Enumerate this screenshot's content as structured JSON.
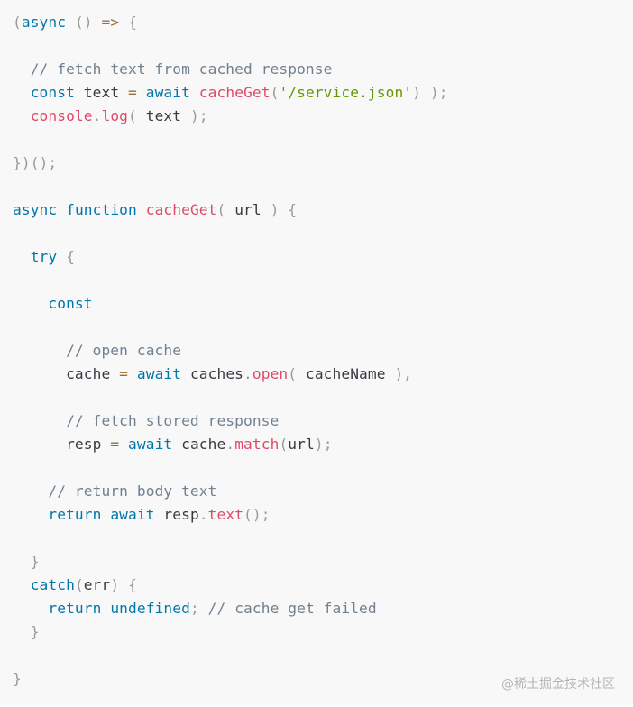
{
  "colors": {
    "background": "#f8f8f8",
    "default": "#383a42",
    "keyword": "#0077aa",
    "function": "#dd4a68",
    "string": "#669900",
    "comment": "#708090",
    "punctuation": "#999999",
    "operator": "#9a6e3a"
  },
  "watermark": "@稀土掘金技术社区",
  "code_lines": [
    [
      {
        "t": "(",
        "c": "punct"
      },
      {
        "t": "async",
        "c": "keyword"
      },
      {
        "t": " ",
        "c": "default"
      },
      {
        "t": "()",
        "c": "punct"
      },
      {
        "t": " ",
        "c": "default"
      },
      {
        "t": "=>",
        "c": "operator"
      },
      {
        "t": " ",
        "c": "default"
      },
      {
        "t": "{",
        "c": "punct"
      }
    ],
    [],
    [
      {
        "t": "  ",
        "c": "default"
      },
      {
        "t": "// fetch text from cached response",
        "c": "comment"
      }
    ],
    [
      {
        "t": "  ",
        "c": "default"
      },
      {
        "t": "const",
        "c": "keyword"
      },
      {
        "t": " text ",
        "c": "default"
      },
      {
        "t": "=",
        "c": "operator"
      },
      {
        "t": " ",
        "c": "default"
      },
      {
        "t": "await",
        "c": "keyword"
      },
      {
        "t": " ",
        "c": "default"
      },
      {
        "t": "cacheGet",
        "c": "function"
      },
      {
        "t": "(",
        "c": "punct"
      },
      {
        "t": "'/service.json'",
        "c": "string"
      },
      {
        "t": ")",
        "c": "punct"
      },
      {
        "t": " ",
        "c": "default"
      },
      {
        "t": ");",
        "c": "punct"
      }
    ],
    [
      {
        "t": "  ",
        "c": "default"
      },
      {
        "t": "console",
        "c": "function"
      },
      {
        "t": ".",
        "c": "punct"
      },
      {
        "t": "log",
        "c": "function"
      },
      {
        "t": "(",
        "c": "punct"
      },
      {
        "t": " text ",
        "c": "default"
      },
      {
        "t": ");",
        "c": "punct"
      }
    ],
    [],
    [
      {
        "t": "})();",
        "c": "punct"
      }
    ],
    [],
    [
      {
        "t": "async",
        "c": "keyword"
      },
      {
        "t": " ",
        "c": "default"
      },
      {
        "t": "function",
        "c": "keyword"
      },
      {
        "t": " ",
        "c": "default"
      },
      {
        "t": "cacheGet",
        "c": "function"
      },
      {
        "t": "(",
        "c": "punct"
      },
      {
        "t": " url ",
        "c": "default"
      },
      {
        "t": ")",
        "c": "punct"
      },
      {
        "t": " ",
        "c": "default"
      },
      {
        "t": "{",
        "c": "punct"
      }
    ],
    [],
    [
      {
        "t": "  ",
        "c": "default"
      },
      {
        "t": "try",
        "c": "keyword"
      },
      {
        "t": " ",
        "c": "default"
      },
      {
        "t": "{",
        "c": "punct"
      }
    ],
    [],
    [
      {
        "t": "    ",
        "c": "default"
      },
      {
        "t": "const",
        "c": "keyword"
      }
    ],
    [],
    [
      {
        "t": "      ",
        "c": "default"
      },
      {
        "t": "// open cache",
        "c": "comment"
      }
    ],
    [
      {
        "t": "      cache ",
        "c": "default"
      },
      {
        "t": "=",
        "c": "operator"
      },
      {
        "t": " ",
        "c": "default"
      },
      {
        "t": "await",
        "c": "keyword"
      },
      {
        "t": " caches",
        "c": "default"
      },
      {
        "t": ".",
        "c": "punct"
      },
      {
        "t": "open",
        "c": "function"
      },
      {
        "t": "(",
        "c": "punct"
      },
      {
        "t": " cacheName ",
        "c": "default"
      },
      {
        "t": "),",
        "c": "punct"
      }
    ],
    [],
    [
      {
        "t": "      ",
        "c": "default"
      },
      {
        "t": "// fetch stored response",
        "c": "comment"
      }
    ],
    [
      {
        "t": "      resp ",
        "c": "default"
      },
      {
        "t": "=",
        "c": "operator"
      },
      {
        "t": " ",
        "c": "default"
      },
      {
        "t": "await",
        "c": "keyword"
      },
      {
        "t": " cache",
        "c": "default"
      },
      {
        "t": ".",
        "c": "punct"
      },
      {
        "t": "match",
        "c": "function"
      },
      {
        "t": "(",
        "c": "punct"
      },
      {
        "t": "url",
        "c": "default"
      },
      {
        "t": ");",
        "c": "punct"
      }
    ],
    [],
    [
      {
        "t": "    ",
        "c": "default"
      },
      {
        "t": "// return body text",
        "c": "comment"
      }
    ],
    [
      {
        "t": "    ",
        "c": "default"
      },
      {
        "t": "return",
        "c": "keyword"
      },
      {
        "t": " ",
        "c": "default"
      },
      {
        "t": "await",
        "c": "keyword"
      },
      {
        "t": " resp",
        "c": "default"
      },
      {
        "t": ".",
        "c": "punct"
      },
      {
        "t": "text",
        "c": "function"
      },
      {
        "t": "();",
        "c": "punct"
      }
    ],
    [],
    [
      {
        "t": "  ",
        "c": "default"
      },
      {
        "t": "}",
        "c": "punct"
      }
    ],
    [
      {
        "t": "  ",
        "c": "default"
      },
      {
        "t": "catch",
        "c": "keyword"
      },
      {
        "t": "(",
        "c": "punct"
      },
      {
        "t": "err",
        "c": "default"
      },
      {
        "t": ")",
        "c": "punct"
      },
      {
        "t": " ",
        "c": "default"
      },
      {
        "t": "{",
        "c": "punct"
      }
    ],
    [
      {
        "t": "    ",
        "c": "default"
      },
      {
        "t": "return",
        "c": "keyword"
      },
      {
        "t": " ",
        "c": "default"
      },
      {
        "t": "undefined",
        "c": "keyword"
      },
      {
        "t": ";",
        "c": "punct"
      },
      {
        "t": " ",
        "c": "default"
      },
      {
        "t": "// cache get failed",
        "c": "comment"
      }
    ],
    [
      {
        "t": "  ",
        "c": "default"
      },
      {
        "t": "}",
        "c": "punct"
      }
    ],
    [],
    [
      {
        "t": "}",
        "c": "punct"
      }
    ]
  ]
}
